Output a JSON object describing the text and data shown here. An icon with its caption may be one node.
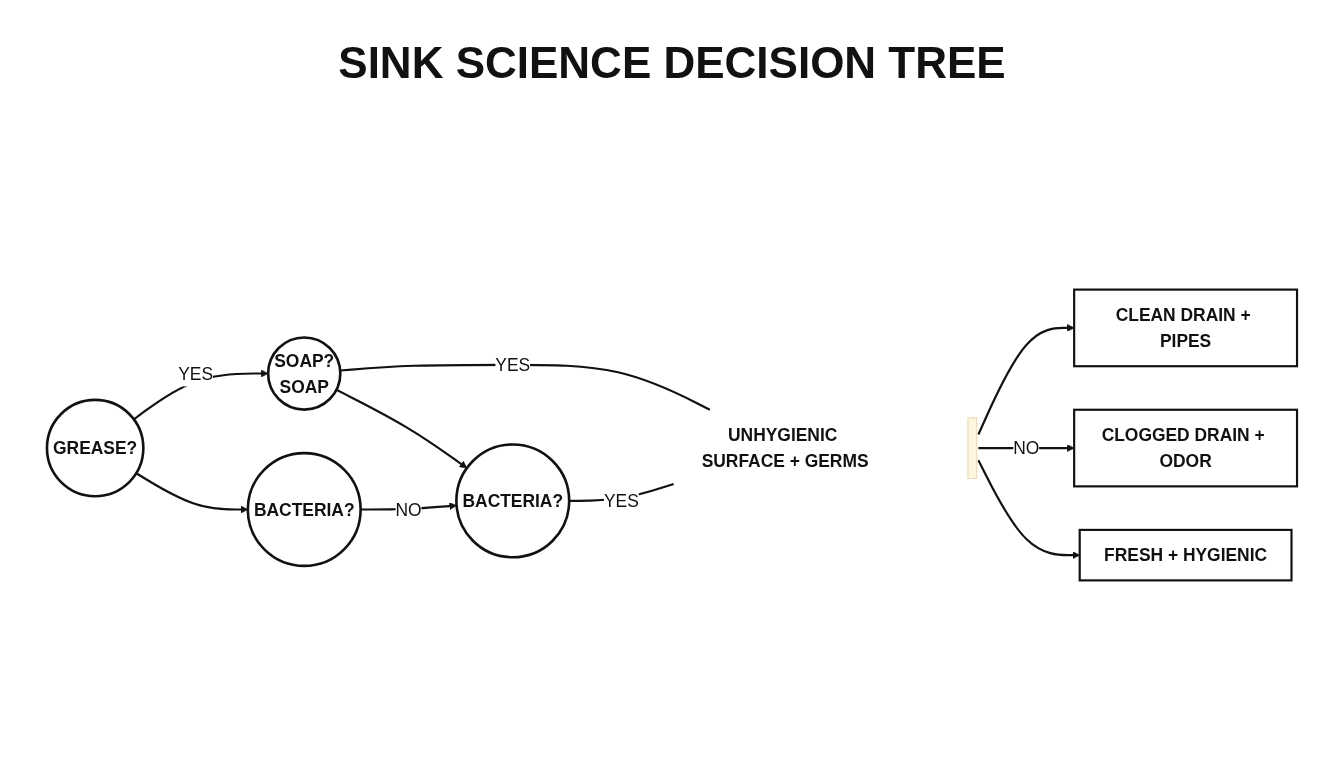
{
  "diagram": {
    "title": "SINK SCIENCE DECISION TREE",
    "nodes": [
      {
        "text": [
          "GREASE?"
        ]
      },
      {
        "text": [
          "SOAP?",
          "SOAP"
        ]
      },
      {
        "text": [
          "BACTERIA?"
        ]
      },
      {
        "text": [
          "BACTERIA?"
        ]
      },
      {
        "text": [
          "UNHYGIENIC SURFACE + GERMS"
        ]
      },
      {
        "text": [
          "CLEAN DRAIN + PIPES"
        ]
      },
      {
        "text": [
          "CLOGGED DRAIN + ODOR"
        ]
      },
      {
        "text": [
          "FRESH + HYGIENIC"
        ]
      },
      {
        "text": [],
        "shape": "bar"
      }
    ],
    "edges": [
      {
        "from": 0,
        "to": 1,
        "arrow": "to",
        "label": "YES"
      },
      {
        "from": 0,
        "to": 2,
        "arrow": "to"
      },
      {
        "from": 1,
        "to": 3,
        "arrow": "to"
      },
      {
        "from": 2,
        "to": 3,
        "arrow": "to",
        "label": "NO"
      },
      {
        "from": 1,
        "to": 4,
        "arrow": "none",
        "label": "YES"
      },
      {
        "from": 3,
        "to": 4,
        "arrow": "none",
        "label": "YES"
      },
      {
        "from": 8,
        "to": 5,
        "arrow": "to"
      },
      {
        "from": 8,
        "to": 6,
        "arrow": "to",
        "label": "NO"
      },
      {
        "from": 8,
        "to": 7,
        "arrow": "to"
      }
    ]
  }
}
